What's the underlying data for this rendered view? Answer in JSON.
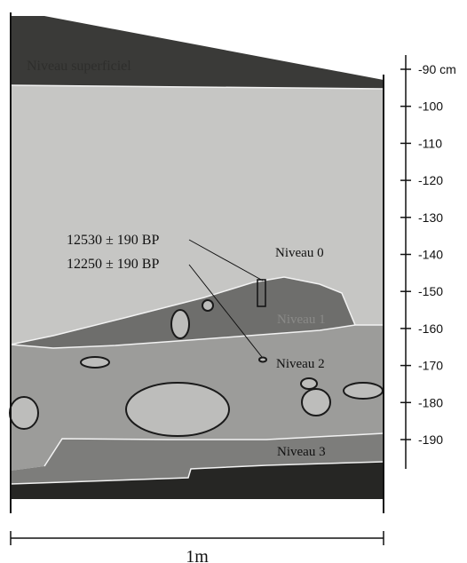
{
  "labels": {
    "surface_level": "Niveau superficiel",
    "niveau_0": "Niveau 0",
    "niveau_1": "Niveau 1",
    "niveau_2": "Niveau 2",
    "niveau_3": "Niveau 3"
  },
  "dates": [
    {
      "text": "12530 ± 190 BP"
    },
    {
      "text": "12250 ± 190 BP"
    }
  ],
  "depth_scale": {
    "ticks": [
      {
        "label": "-90 cm"
      },
      {
        "label": "-100"
      },
      {
        "label": "-110"
      },
      {
        "label": "-120"
      },
      {
        "label": "-130"
      },
      {
        "label": "-140"
      },
      {
        "label": "-150"
      },
      {
        "label": "-160"
      },
      {
        "label": "-170"
      },
      {
        "label": "-180"
      },
      {
        "label": "-190"
      }
    ]
  },
  "horizontal_scale": {
    "label": "1m"
  },
  "colors": {
    "surface": "#3a3a38",
    "niveau_0": "#c6c6c4",
    "niveau_1": "#6e6e6c",
    "niveau_2": "#9c9c9a",
    "niveau_3": "#7d7d7b",
    "base": "#262624",
    "stone": "#bdbdbb",
    "outline": "#f2f2f2"
  }
}
